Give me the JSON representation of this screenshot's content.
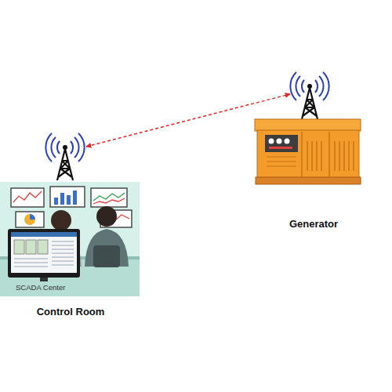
{
  "diagram": {
    "nodes": [
      {
        "text": [
          "SCADA Center",
          "Control Room"
        ]
      },
      {
        "text": [
          "Generator"
        ]
      }
    ],
    "edges": [
      {
        "from": 0,
        "to": 1,
        "arrow": "both"
      }
    ]
  }
}
